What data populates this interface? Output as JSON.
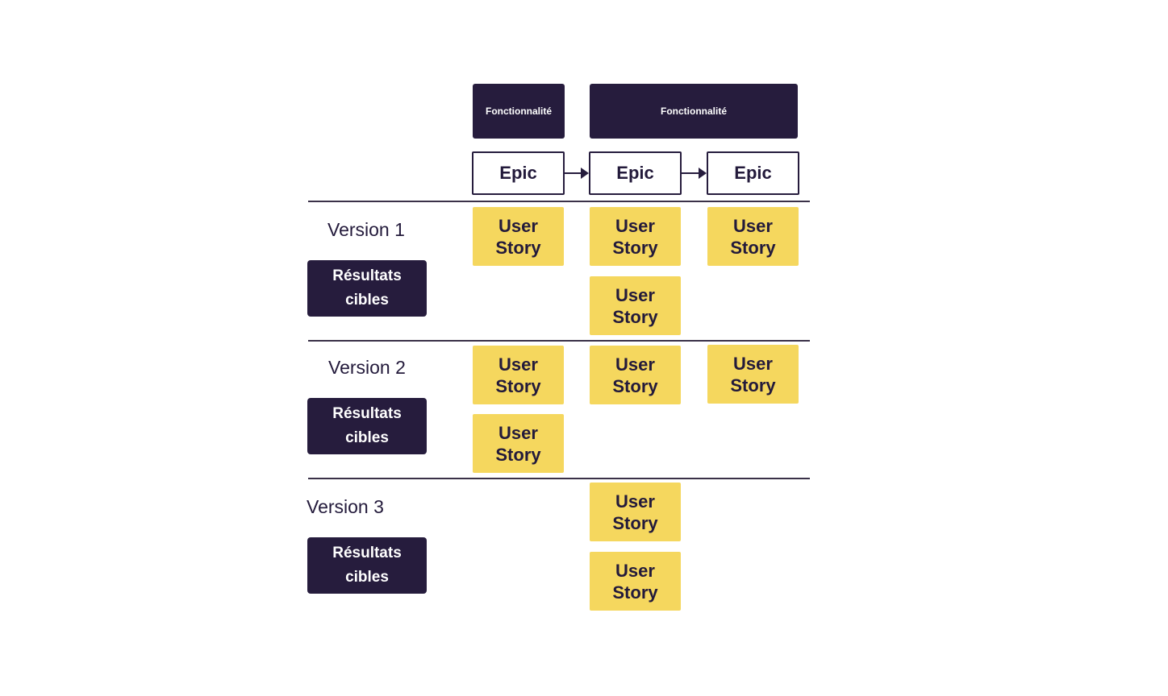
{
  "features": [
    {
      "label": "Fonctionnalité"
    },
    {
      "label": "Fonctionnalité"
    }
  ],
  "epics": [
    {
      "label": "Epic"
    },
    {
      "label": "Epic"
    },
    {
      "label": "Epic"
    }
  ],
  "versions": [
    {
      "label": "Version 1",
      "results": "Résultats cibles"
    },
    {
      "label": "Version 2",
      "results": "Résultats cibles"
    },
    {
      "label": "Version 3",
      "results": "Résultats cibles"
    }
  ],
  "story_label": "User Story",
  "stories_per_version_and_epic": [
    [
      1,
      2,
      1
    ],
    [
      2,
      1,
      1
    ],
    [
      0,
      2,
      0
    ]
  ],
  "colors": {
    "dark_purple": "#261c3d",
    "story_yellow": "#f5d75e",
    "text": "#231a3b"
  }
}
